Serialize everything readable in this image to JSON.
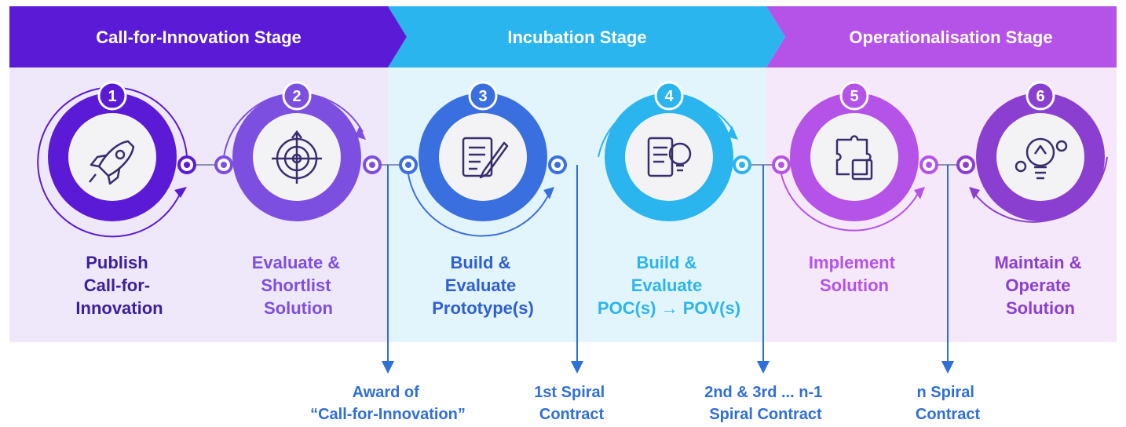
{
  "stages": [
    {
      "label": "Call-for-Innovation Stage",
      "color": "#5b1bd6",
      "panel": "#efe8fb"
    },
    {
      "label": "Incubation Stage",
      "color": "#2bb5ef",
      "panel": "#e3f5fc"
    },
    {
      "label": "Operationalisation Stage",
      "color": "#b552e8",
      "panel": "#f6e8fb"
    }
  ],
  "steps": [
    {
      "number": "1",
      "title": [
        "Publish",
        "Call-for-",
        "Innovation"
      ],
      "color": "#5b1bd6",
      "icon": "rocket-icon"
    },
    {
      "number": "2",
      "title": [
        "Evaluate &",
        "Shortlist",
        "Solution"
      ],
      "color": "#7d4fe0",
      "icon": "target-icon"
    },
    {
      "number": "3",
      "title": [
        "Build &",
        "Evaluate",
        "Prototype(s)"
      ],
      "color": "#3a6fe0",
      "icon": "document-pen-icon"
    },
    {
      "number": "4",
      "title": [
        "Build &",
        "Evaluate",
        "POC(s) → POV(s)"
      ],
      "color": "#2bb5ef",
      "icon": "lightbulb-checklist-icon"
    },
    {
      "number": "5",
      "title": [
        "Implement",
        "Solution"
      ],
      "color": "#b552e8",
      "icon": "puzzle-icon"
    },
    {
      "number": "6",
      "title": [
        "Maintain &",
        "Operate",
        "Solution"
      ],
      "color": "#8b3fd0",
      "icon": "lightbulb-gear-icon"
    }
  ],
  "contracts": [
    {
      "line1": "Award of",
      "line2": "“Call-for-Innovation”"
    },
    {
      "line1": "1st Spiral",
      "line2": "Contract"
    },
    {
      "line1": "2nd & 3rd ... n-1",
      "line2": "Spiral Contract"
    },
    {
      "line1": "n Spiral",
      "line2": "Contract"
    }
  ]
}
